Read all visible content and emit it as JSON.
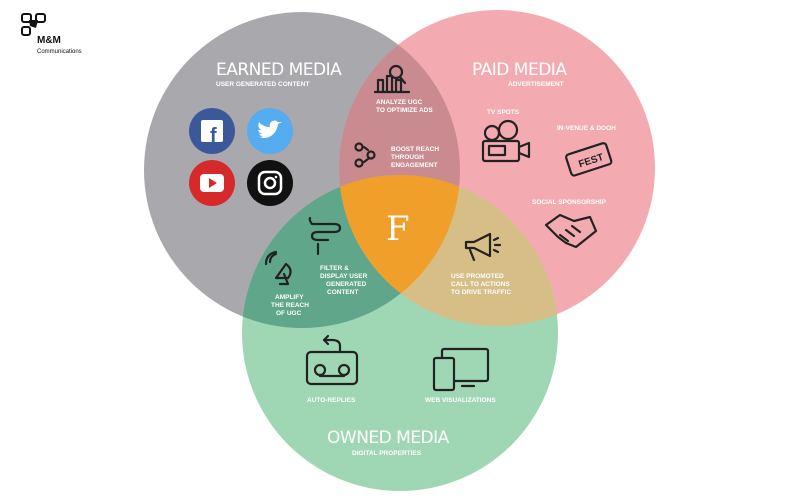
{
  "logo": {
    "name": "M&M",
    "subtitle": "Communications"
  },
  "earned": {
    "title": "EARNED MEDIA",
    "subtitle": "USER GENERATED CONTENT"
  },
  "paid": {
    "title": "PAID MEDIA",
    "subtitle": "ADVERTISEMENT",
    "items": [
      "TV SPOTS",
      "IN-VENUE & DOOH",
      "SOCIAL SPONSORSHIP"
    ],
    "ticket_text": "FEST"
  },
  "owned": {
    "title": "OWNED MEDIA",
    "subtitle": "DIGITAL PROPERTIES",
    "items": [
      "AUTO-REPLIES",
      "WEB VISUALIZATIONS"
    ]
  },
  "earned_paid": {
    "items": [
      [
        "ANALYZE UGC",
        "TO OPTIMIZE ADS"
      ],
      [
        "BOOST REACH",
        "THROUGH",
        "ENGAGEMENT"
      ]
    ]
  },
  "earned_owned": {
    "items": [
      [
        "FILTER &",
        "DISPLAY USER",
        "GENERATED",
        "CONTENT"
      ],
      [
        "AMPLIFY",
        "THE REACH",
        "OF UGC"
      ]
    ]
  },
  "paid_owned": {
    "items": [
      [
        "USE PROMOTED",
        "CALL TO ACTIONS",
        "TO DRIVE TRAFFIC"
      ]
    ]
  },
  "center": {
    "mark": "F"
  },
  "colors": {
    "earned": "#a9a8ac",
    "paid": "#f3abb1",
    "owned": "#9fd7b5",
    "earned_paid": "#c98b8f",
    "earned_owned": "#5fa68a",
    "paid_owned": "#d6be86",
    "center": "#f09f2a"
  }
}
